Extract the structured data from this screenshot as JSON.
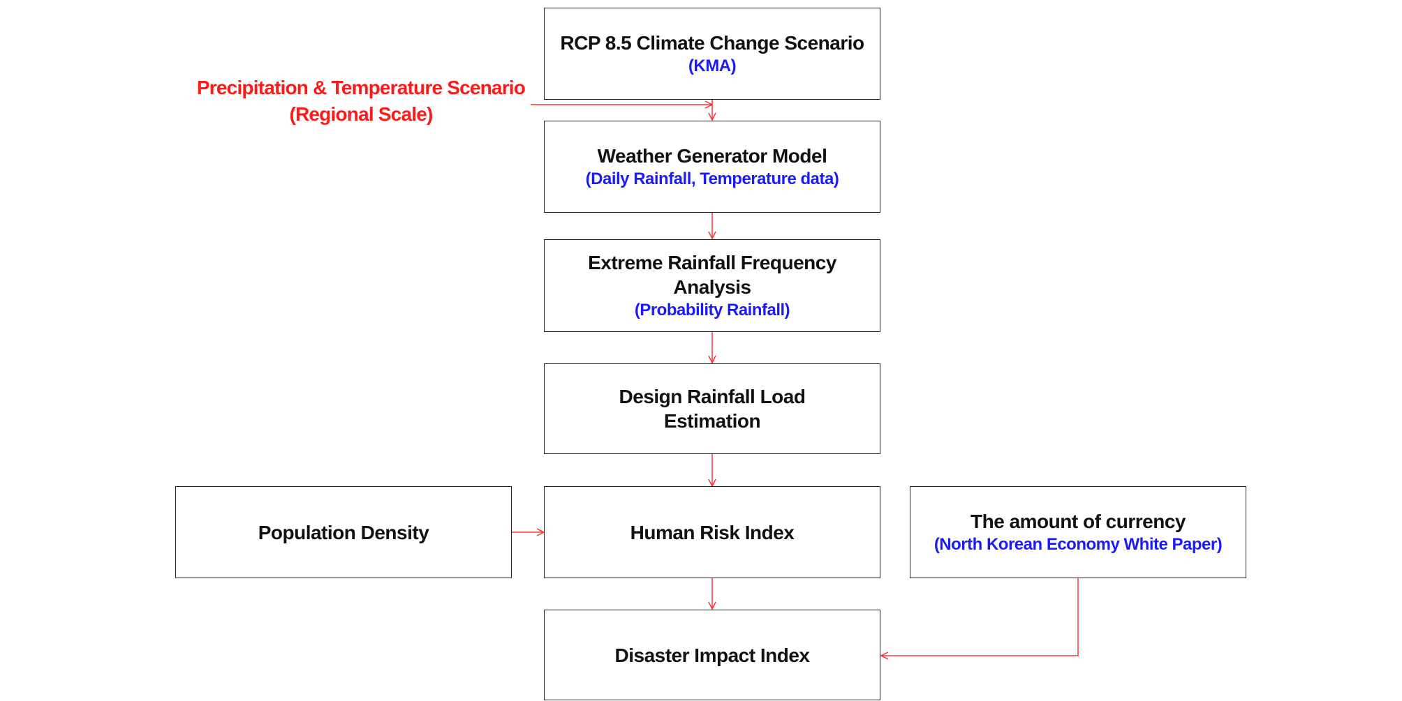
{
  "input_label": {
    "line1": "Precipitation & Temperature Scenario",
    "line2": "(Regional Scale)"
  },
  "boxes": {
    "rcp": {
      "title": "RCP 8.5 Climate Change Scenario",
      "sub": "(KMA)"
    },
    "weather": {
      "title": "Weather Generator Model",
      "sub": "(Daily Rainfall, Temperature data)"
    },
    "extreme": {
      "title_line1": "Extreme Rainfall Frequency",
      "title_line2": "Analysis",
      "sub": "(Probability Rainfall)"
    },
    "design": {
      "title_line1": "Design Rainfall Load",
      "title_line2": "Estimation"
    },
    "population": {
      "title": "Population Density"
    },
    "human": {
      "title": "Human Risk Index"
    },
    "currency": {
      "title": "The amount of currency",
      "sub": "(North Korean Economy White Paper)"
    },
    "disaster": {
      "title": "Disaster Impact Index"
    }
  },
  "colors": {
    "arrow": "#ff3333",
    "subtitle": "#1a1aff",
    "input_label": "#ff1a1a",
    "border": "#222222"
  }
}
